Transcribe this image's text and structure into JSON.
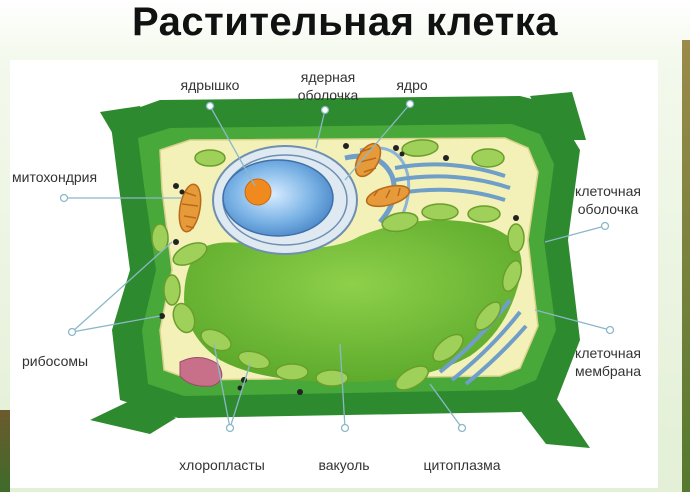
{
  "title": "Растительная клетка",
  "labels": {
    "nucleolus": "ядрышко",
    "nuclear_envelope_1": "ядерная",
    "nuclear_envelope_2": "оболочка",
    "nucleus": "ядро",
    "mitochondria": "митохондрия",
    "cell_wall_1": "клеточная",
    "cell_wall_2": "оболочка",
    "ribosomes": "рибосомы",
    "cell_membrane_1": "клеточная",
    "cell_membrane_2": "мембрана",
    "chloroplasts": "хлоропласты",
    "vacuole": "вакуоль",
    "cytoplasm": "цитоплазма"
  },
  "colors": {
    "cell_wall": "#2e8a2e",
    "cytoplasm": "#f3f0b8",
    "vacuole": "#6cb82f",
    "chloroplast": "#9fd05a",
    "nucleus": "#5a9ad8",
    "nucleolus": "#f08a1f",
    "mitochondria": "#e79a3a",
    "er": "#6f9ec8",
    "leader": "#8ab8c8"
  }
}
